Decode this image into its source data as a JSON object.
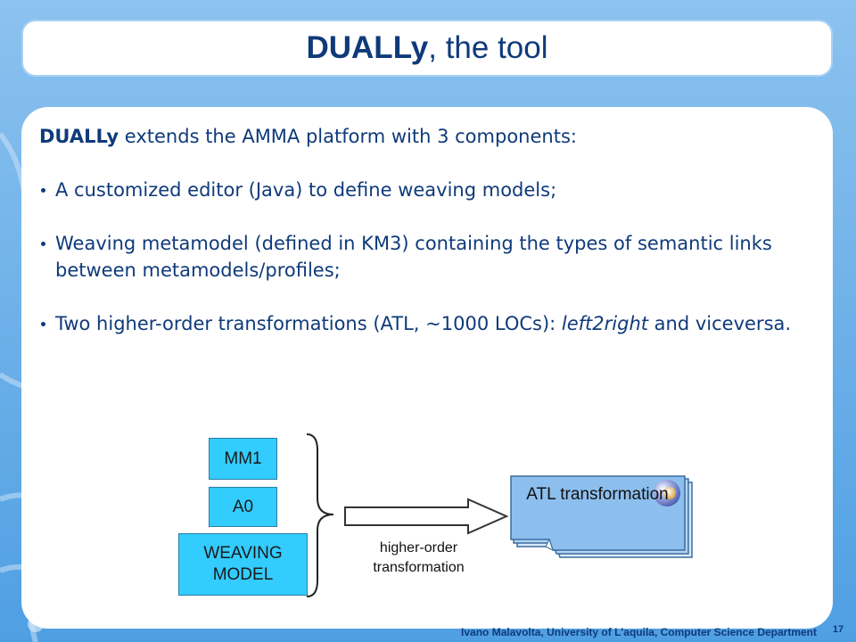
{
  "slide": {
    "title_brand": "DUALLy",
    "title_rest": ", the tool",
    "intro_brand": "DUALLy",
    "intro_rest": " extends the AMMA platform with 3 components:",
    "bullets": [
      {
        "text": "A customized editor (Java) to define weaving models;"
      },
      {
        "text": "Weaving metamodel (defined in KM3) containing the types of semantic links between metamodels/profiles;"
      },
      {
        "text_before": "Two higher-order transformations (ATL, ~1000 LOCs): ",
        "text_italic": "left2right",
        "text_after": " and viceversa."
      }
    ]
  },
  "diagram": {
    "inputs": [
      "MM1",
      "A0",
      "WEAVING MODEL"
    ],
    "arrow_label": "higher-order transformation",
    "target_label": "ATL transformation"
  },
  "footer": {
    "credit": "Ivano Malavolta, University of L'aquila, Computer Science Department",
    "page_number": "17"
  },
  "colors": {
    "title_text": "#0f3a7a",
    "box_fill": "#33ccff",
    "atl_fill": "#8cbfee"
  }
}
